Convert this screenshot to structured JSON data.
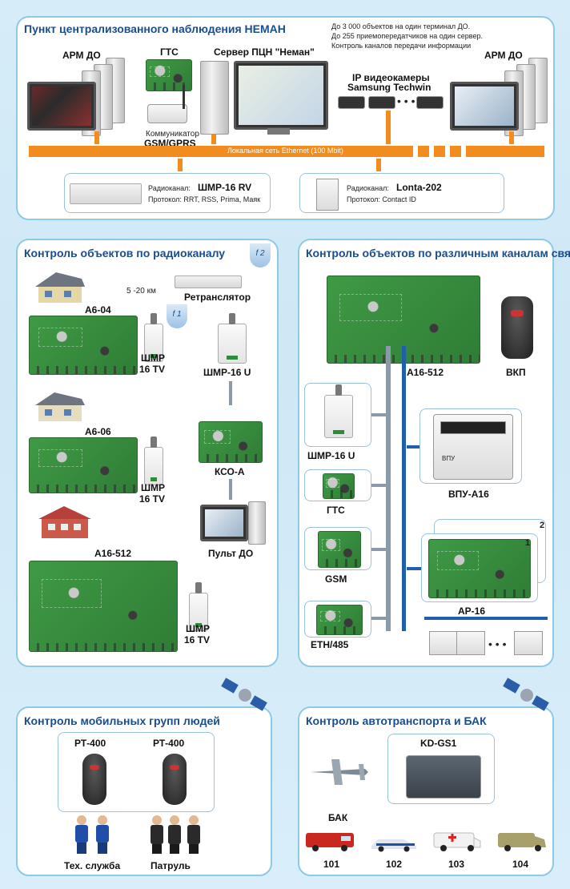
{
  "top": {
    "title": "Пункт централизованного наблюдения  НЕМАН",
    "notes": [
      "До 3 000 объектов на один терминал ДО.",
      "До 255 приемопередатчиков на один сервер.",
      "Контроль каналов передачи информации"
    ],
    "arm_left": "АРМ ДО",
    "arm_right": "АРМ ДО",
    "gts": "ГТС",
    "comm_line1": "Коммуникатор",
    "comm_line2": "GSM/GPRS",
    "server": "Сервер ПЦН \"Неман\"",
    "cams_line1": "IP видеокамеры",
    "cams_line2": "Samsung Techwin",
    "lan": "Локальная сеть Ethernet (100 Mbit)",
    "radio_label": "Радиоканал:",
    "radio1_name": "ШМР-16 RV",
    "radio1_proto": "Протокол: RRT, RSS, Prima, Маяк",
    "radio2_name": "Lonta-202",
    "radio2_proto": "Протокол: Contact ID"
  },
  "radio_panel": {
    "title": "Контроль объектов по радиоканалу",
    "distance": "5 -20 км",
    "repeater": "Ретранслятор",
    "f1": "f 1",
    "f2": "f 2",
    "obj1": "А6-04",
    "obj2": "А6-06",
    "obj3": "А16-512",
    "shmr_a": "ШМР",
    "shmr_b": "16 TV",
    "shmr_u": "ШМР-16 U",
    "kso": "КСО-А",
    "pult": "Пульт ДО"
  },
  "channels_panel": {
    "title": "Контроль объектов по различным каналам связи",
    "a16": "А16-512",
    "vkp": "ВКП",
    "shmr_u": "ШМР-16 U",
    "gts": "ГТС",
    "gsm": "GSM",
    "eth": "ETH/485",
    "vpu": "ВПУ-А16",
    "vpu_screen": "ВПУ",
    "ar16": "АР-16",
    "n1": "1",
    "n2": "2"
  },
  "mobile_panel": {
    "title": "Контроль мобильных групп людей",
    "rt1": "РТ-400",
    "rt2": "РТ-400",
    "tech": "Тех. служба",
    "patrol": "Патруль"
  },
  "transport_panel": {
    "title": "Контроль автотранспорта и БАК",
    "kd": "KD-GS1",
    "bak": "БАК",
    "v1": "101",
    "v2": "102",
    "v3": "103",
    "v4": "104"
  },
  "colors": {
    "accent": "#f28c1e",
    "title": "#1a4d8c",
    "frame": "#8fc9e8",
    "bus": "#1f5fae"
  }
}
